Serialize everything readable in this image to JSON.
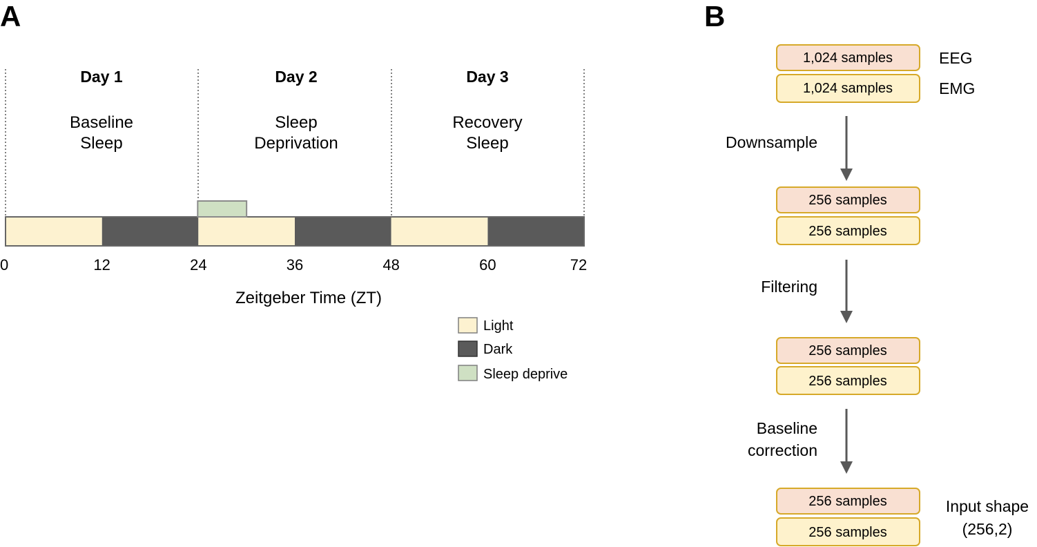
{
  "panel_a": {
    "letter": "A",
    "days": [
      {
        "title": "Day 1",
        "phase_line1": "Baseline",
        "phase_line2": "Sleep"
      },
      {
        "title": "Day 2",
        "phase_line1": "Sleep",
        "phase_line2": "Deprivation"
      },
      {
        "title": "Day 3",
        "phase_line1": "Recovery",
        "phase_line2": "Sleep"
      }
    ],
    "timeline": {
      "range": [
        0,
        72
      ],
      "ticks": [
        "0",
        "12",
        "24",
        "36",
        "48",
        "60",
        "72"
      ],
      "light_periods": [
        [
          0,
          12
        ],
        [
          24,
          36
        ],
        [
          48,
          60
        ]
      ],
      "dark_periods": [
        [
          12,
          24
        ],
        [
          36,
          48
        ],
        [
          60,
          72
        ]
      ],
      "sleep_deprivation": [
        24,
        30
      ]
    },
    "axis_title": "Zeitgeber Time (ZT)",
    "legend": [
      {
        "label": "Light",
        "color": "#fdf2d0"
      },
      {
        "label": "Dark",
        "color": "#5a5a5a"
      },
      {
        "label": "Sleep deprive",
        "color": "#cfe0c3"
      }
    ],
    "colors": {
      "light": "#fdf2d0",
      "dark": "#5a5a5a",
      "sleep_deprive": "#cfe0c3",
      "divider": "#7f7f7f"
    }
  },
  "panel_b": {
    "letter": "B",
    "stages": [
      {
        "eeg": "1,024 samples",
        "emg": "1,024 samples"
      },
      {
        "eeg": "256 samples",
        "emg": "256 samples"
      },
      {
        "eeg": "256 samples",
        "emg": "256 samples"
      },
      {
        "eeg": "256 samples",
        "emg": "256 samples"
      }
    ],
    "channel_labels": {
      "eeg": "EEG",
      "emg": "EMG"
    },
    "steps": [
      {
        "line1": "Downsample",
        "line2": ""
      },
      {
        "line1": "Filtering",
        "line2": ""
      },
      {
        "line1": "Baseline",
        "line2": "correction"
      }
    ],
    "output_label": {
      "line1": "Input shape",
      "line2": "(256,2)"
    },
    "colors": {
      "eeg_fill": "#f9e0d2",
      "emg_fill": "#fef2cc",
      "box_border": "#d6a929",
      "arrow": "#595959"
    }
  }
}
